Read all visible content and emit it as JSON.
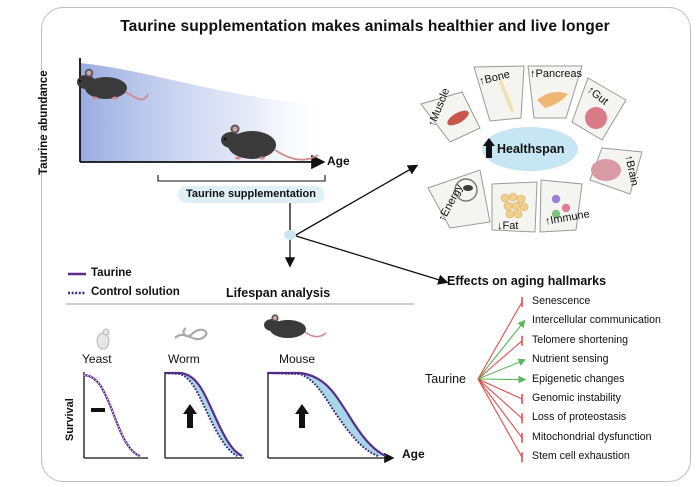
{
  "title": "Taurine supplementation makes animals healthier and live longer",
  "abundance_chart": {
    "ylabel": "Taurine abundance",
    "xlabel": "Age",
    "supplementation_label": "Taurine supplementation"
  },
  "healthspan": {
    "center_label": "Healthspan",
    "organs": [
      {
        "label": "Muscle",
        "direction": "up"
      },
      {
        "label": "Bone",
        "direction": "up"
      },
      {
        "label": "Pancreas",
        "direction": "up"
      },
      {
        "label": "Gut",
        "direction": "up"
      },
      {
        "label": "Brain",
        "direction": "up"
      },
      {
        "label": "Immune",
        "direction": "up"
      },
      {
        "label": "Fat",
        "direction": "down"
      },
      {
        "label": "Energy",
        "direction": "up"
      }
    ]
  },
  "legend": {
    "taurine": "Taurine",
    "control": "Control solution"
  },
  "lifespan": {
    "title": "Lifespan analysis",
    "ylabel": "Survival",
    "xlabel": "Age",
    "species": [
      {
        "label": "Yeast",
        "effect": "no change"
      },
      {
        "label": "Worm",
        "effect": "increase"
      },
      {
        "label": "Mouse",
        "effect": "increase"
      }
    ]
  },
  "hallmarks": {
    "title": "Effects on aging hallmarks",
    "source": "Taurine",
    "items": [
      {
        "label": "Senescence",
        "effect": "inhibit"
      },
      {
        "label": "Intercellular communication",
        "effect": "promote"
      },
      {
        "label": "Telomere shortening",
        "effect": "inhibit"
      },
      {
        "label": "Nutrient sensing",
        "effect": "promote"
      },
      {
        "label": "Epigenetic changes",
        "effect": "promote"
      },
      {
        "label": "Genomic instability",
        "effect": "inhibit"
      },
      {
        "label": "Loss of proteostasis",
        "effect": "inhibit"
      },
      {
        "label": "Mitochondrial dysfunction",
        "effect": "inhibit"
      },
      {
        "label": "Stem cell exhaustion",
        "effect": "inhibit"
      }
    ]
  },
  "colors": {
    "taurine_line": "#5b2d8e",
    "control_line": "#3d2a7a",
    "highlight_fill": "#a8d8e8",
    "inhibit": "#d9534f",
    "promote": "#5cb85c",
    "abundance_gradient_start": "#93a8e0"
  }
}
